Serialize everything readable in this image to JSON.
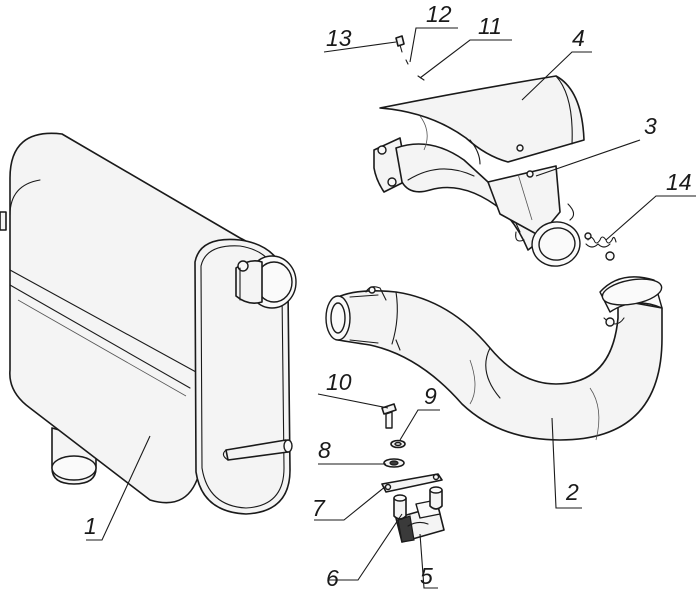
{
  "callouts": [
    {
      "id": "1",
      "text": "1"
    },
    {
      "id": "2",
      "text": "2"
    },
    {
      "id": "3",
      "text": "3"
    },
    {
      "id": "4",
      "text": "4"
    },
    {
      "id": "5",
      "text": "5"
    },
    {
      "id": "6",
      "text": "6"
    },
    {
      "id": "7",
      "text": "7"
    },
    {
      "id": "8",
      "text": "8"
    },
    {
      "id": "9",
      "text": "9"
    },
    {
      "id": "10",
      "text": "10"
    },
    {
      "id": "11",
      "text": "11"
    },
    {
      "id": "12",
      "text": "12"
    },
    {
      "id": "13",
      "text": "13"
    },
    {
      "id": "14",
      "text": "14"
    }
  ],
  "colors": {
    "line": "#1a1a1a",
    "fill": "#f4f4f4",
    "background": "#ffffff"
  }
}
